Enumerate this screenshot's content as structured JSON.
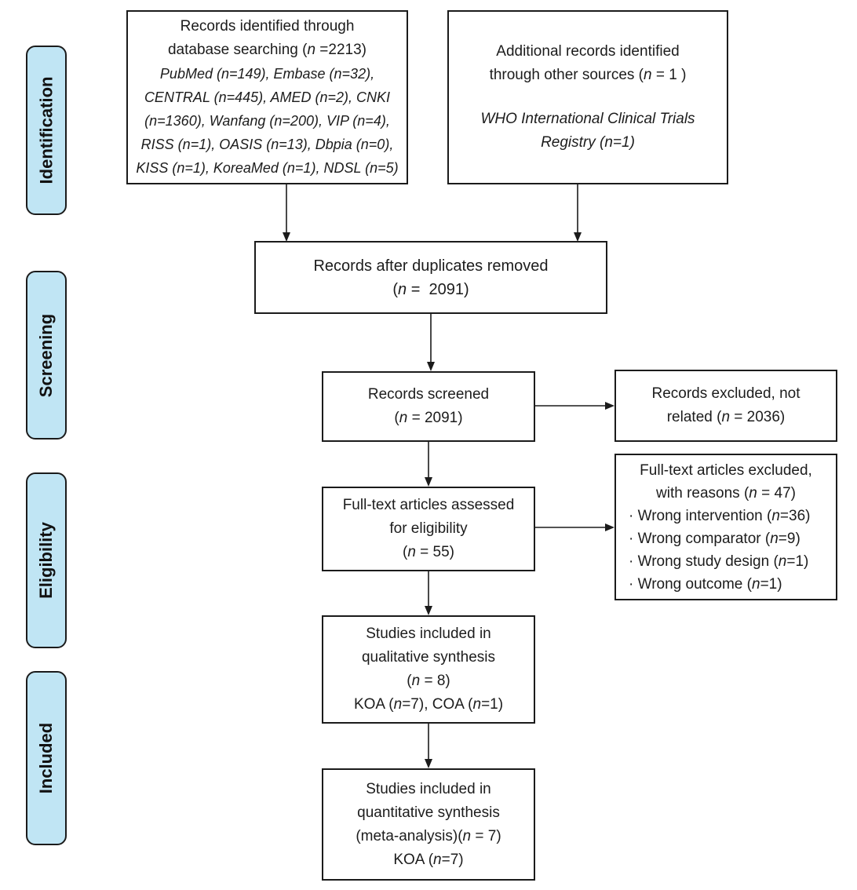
{
  "colors": {
    "stage_fill": "#c0e5f4",
    "line": "#1b1b1b"
  },
  "diagram": {
    "stages": [
      {
        "label": "Identification"
      },
      {
        "label": "Screening"
      },
      {
        "label": "Eligibility"
      },
      {
        "label": "Included"
      }
    ],
    "boxes": {
      "identified": {
        "lines": [
          {
            "segs": [
              {
                "t": "Records identified through"
              }
            ]
          },
          {
            "segs": [
              {
                "t": "database searching ("
              },
              {
                "t": "n",
                "i": true
              },
              {
                "t": " =2213)"
              }
            ]
          },
          {
            "cls": "small",
            "segs": [
              {
                "t": "PubMed (n=149), Embase (n=32),",
                "i": true
              }
            ]
          },
          {
            "cls": "small",
            "segs": [
              {
                "t": "CENTRAL (n=445), AMED (n=2), CNKI",
                "i": true
              }
            ]
          },
          {
            "cls": "small",
            "segs": [
              {
                "t": "(n=1360), Wanfang (n=200), VIP (n=4),",
                "i": true
              }
            ]
          },
          {
            "cls": "small",
            "segs": [
              {
                "t": "RISS (n=1), OASIS (n=13), Dbpia (n=0),",
                "i": true
              }
            ]
          },
          {
            "cls": "small",
            "segs": [
              {
                "t": "KISS (n=1), KoreaMed (n=1), NDSL (n=5)",
                "i": true
              }
            ]
          }
        ]
      },
      "additional": {
        "lines": [
          {
            "segs": [
              {
                "t": "Additional records identified"
              }
            ]
          },
          {
            "segs": [
              {
                "t": "through other sources ("
              },
              {
                "t": "n",
                "i": true
              },
              {
                "t": " = 1 )"
              }
            ]
          },
          {
            "cls": "gap",
            "segs": [
              {
                "t": "WHO International Clinical Trials",
                "i": true
              }
            ]
          },
          {
            "segs": [
              {
                "t": "Registry (n=1)",
                "i": true
              }
            ]
          }
        ]
      },
      "duplicates_removed": {
        "lines": [
          {
            "segs": [
              {
                "t": "Records after duplicates removed"
              }
            ]
          },
          {
            "segs": [
              {
                "t": "("
              },
              {
                "t": "n",
                "i": true
              },
              {
                "t": " =  2091)"
              }
            ]
          }
        ]
      },
      "screened": {
        "lines": [
          {
            "segs": [
              {
                "t": "Records screened"
              }
            ]
          },
          {
            "segs": [
              {
                "t": "("
              },
              {
                "t": "n",
                "i": true
              },
              {
                "t": " = 2091)"
              }
            ]
          }
        ]
      },
      "excluded": {
        "lines": [
          {
            "segs": [
              {
                "t": "Records excluded, not"
              }
            ]
          },
          {
            "segs": [
              {
                "t": "related ("
              },
              {
                "t": "n",
                "i": true
              },
              {
                "t": " = 2036)"
              }
            ]
          }
        ]
      },
      "fulltext_assessed": {
        "lines": [
          {
            "segs": [
              {
                "t": "Full-text articles assessed"
              }
            ]
          },
          {
            "segs": [
              {
                "t": "for eligibility"
              }
            ]
          },
          {
            "segs": [
              {
                "t": "("
              },
              {
                "t": "n",
                "i": true
              },
              {
                "t": " = 55)"
              }
            ]
          }
        ]
      },
      "fulltext_excluded": {
        "lines": [
          {
            "segs": [
              {
                "t": "Full-text articles excluded,"
              }
            ]
          },
          {
            "segs": [
              {
                "t": "with reasons ("
              },
              {
                "t": "n",
                "i": true
              },
              {
                "t": " = 47)"
              }
            ]
          },
          {
            "cls": "bullet",
            "segs": [
              {
                "t": "· Wrong intervention ("
              },
              {
                "t": "n",
                "i": true
              },
              {
                "t": "=36)"
              }
            ]
          },
          {
            "cls": "bullet",
            "segs": [
              {
                "t": "· Wrong comparator ("
              },
              {
                "t": "n",
                "i": true
              },
              {
                "t": "=9)"
              }
            ]
          },
          {
            "cls": "bullet",
            "segs": [
              {
                "t": "· Wrong study design ("
              },
              {
                "t": "n",
                "i": true
              },
              {
                "t": "=1)"
              }
            ]
          },
          {
            "cls": "bullet",
            "segs": [
              {
                "t": "· Wrong outcome ("
              },
              {
                "t": "n",
                "i": true
              },
              {
                "t": "=1)"
              }
            ]
          }
        ]
      },
      "qualitative": {
        "lines": [
          {
            "segs": [
              {
                "t": "Studies included in"
              }
            ]
          },
          {
            "segs": [
              {
                "t": "qualitative synthesis"
              }
            ]
          },
          {
            "segs": [
              {
                "t": "("
              },
              {
                "t": "n",
                "i": true
              },
              {
                "t": " = 8)"
              }
            ]
          },
          {
            "segs": [
              {
                "t": "KOA ("
              },
              {
                "t": "n",
                "i": true
              },
              {
                "t": "=7), COA ("
              },
              {
                "t": "n",
                "i": true
              },
              {
                "t": "=1)"
              }
            ]
          }
        ]
      },
      "quantitative": {
        "lines": [
          {
            "segs": [
              {
                "t": "Studies included in"
              }
            ]
          },
          {
            "segs": [
              {
                "t": "quantitative synthesis"
              }
            ]
          },
          {
            "segs": [
              {
                "t": "(meta-analysis)("
              },
              {
                "t": "n",
                "i": true
              },
              {
                "t": " = 7)"
              }
            ]
          },
          {
            "segs": [
              {
                "t": "KOA ("
              },
              {
                "t": "n",
                "i": true
              },
              {
                "t": "=7)"
              }
            ]
          }
        ]
      }
    }
  }
}
